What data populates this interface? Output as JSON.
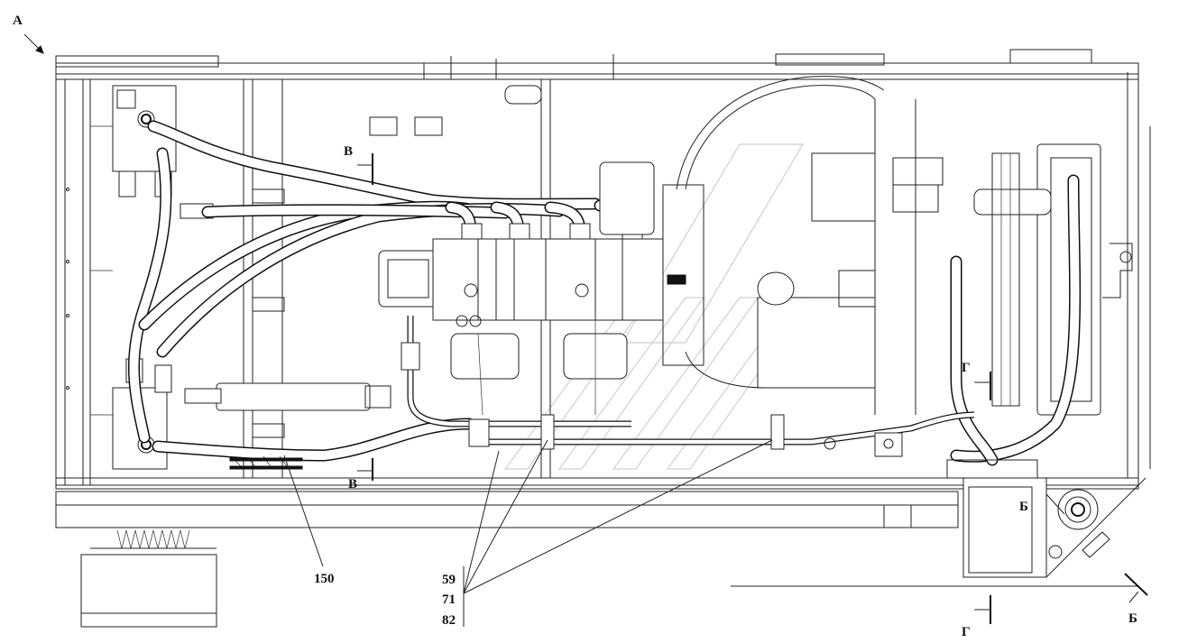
{
  "view_labels": {
    "view_a": "А",
    "section_b_top": "В",
    "section_b_bottom": "В",
    "section_g_top": "Г",
    "section_g_bottom": "Г",
    "section_be_right": "Б",
    "section_be_bottom": "Б"
  },
  "callouts": {
    "c150": "150",
    "c59": "59",
    "c71": "71",
    "c82": "82"
  }
}
